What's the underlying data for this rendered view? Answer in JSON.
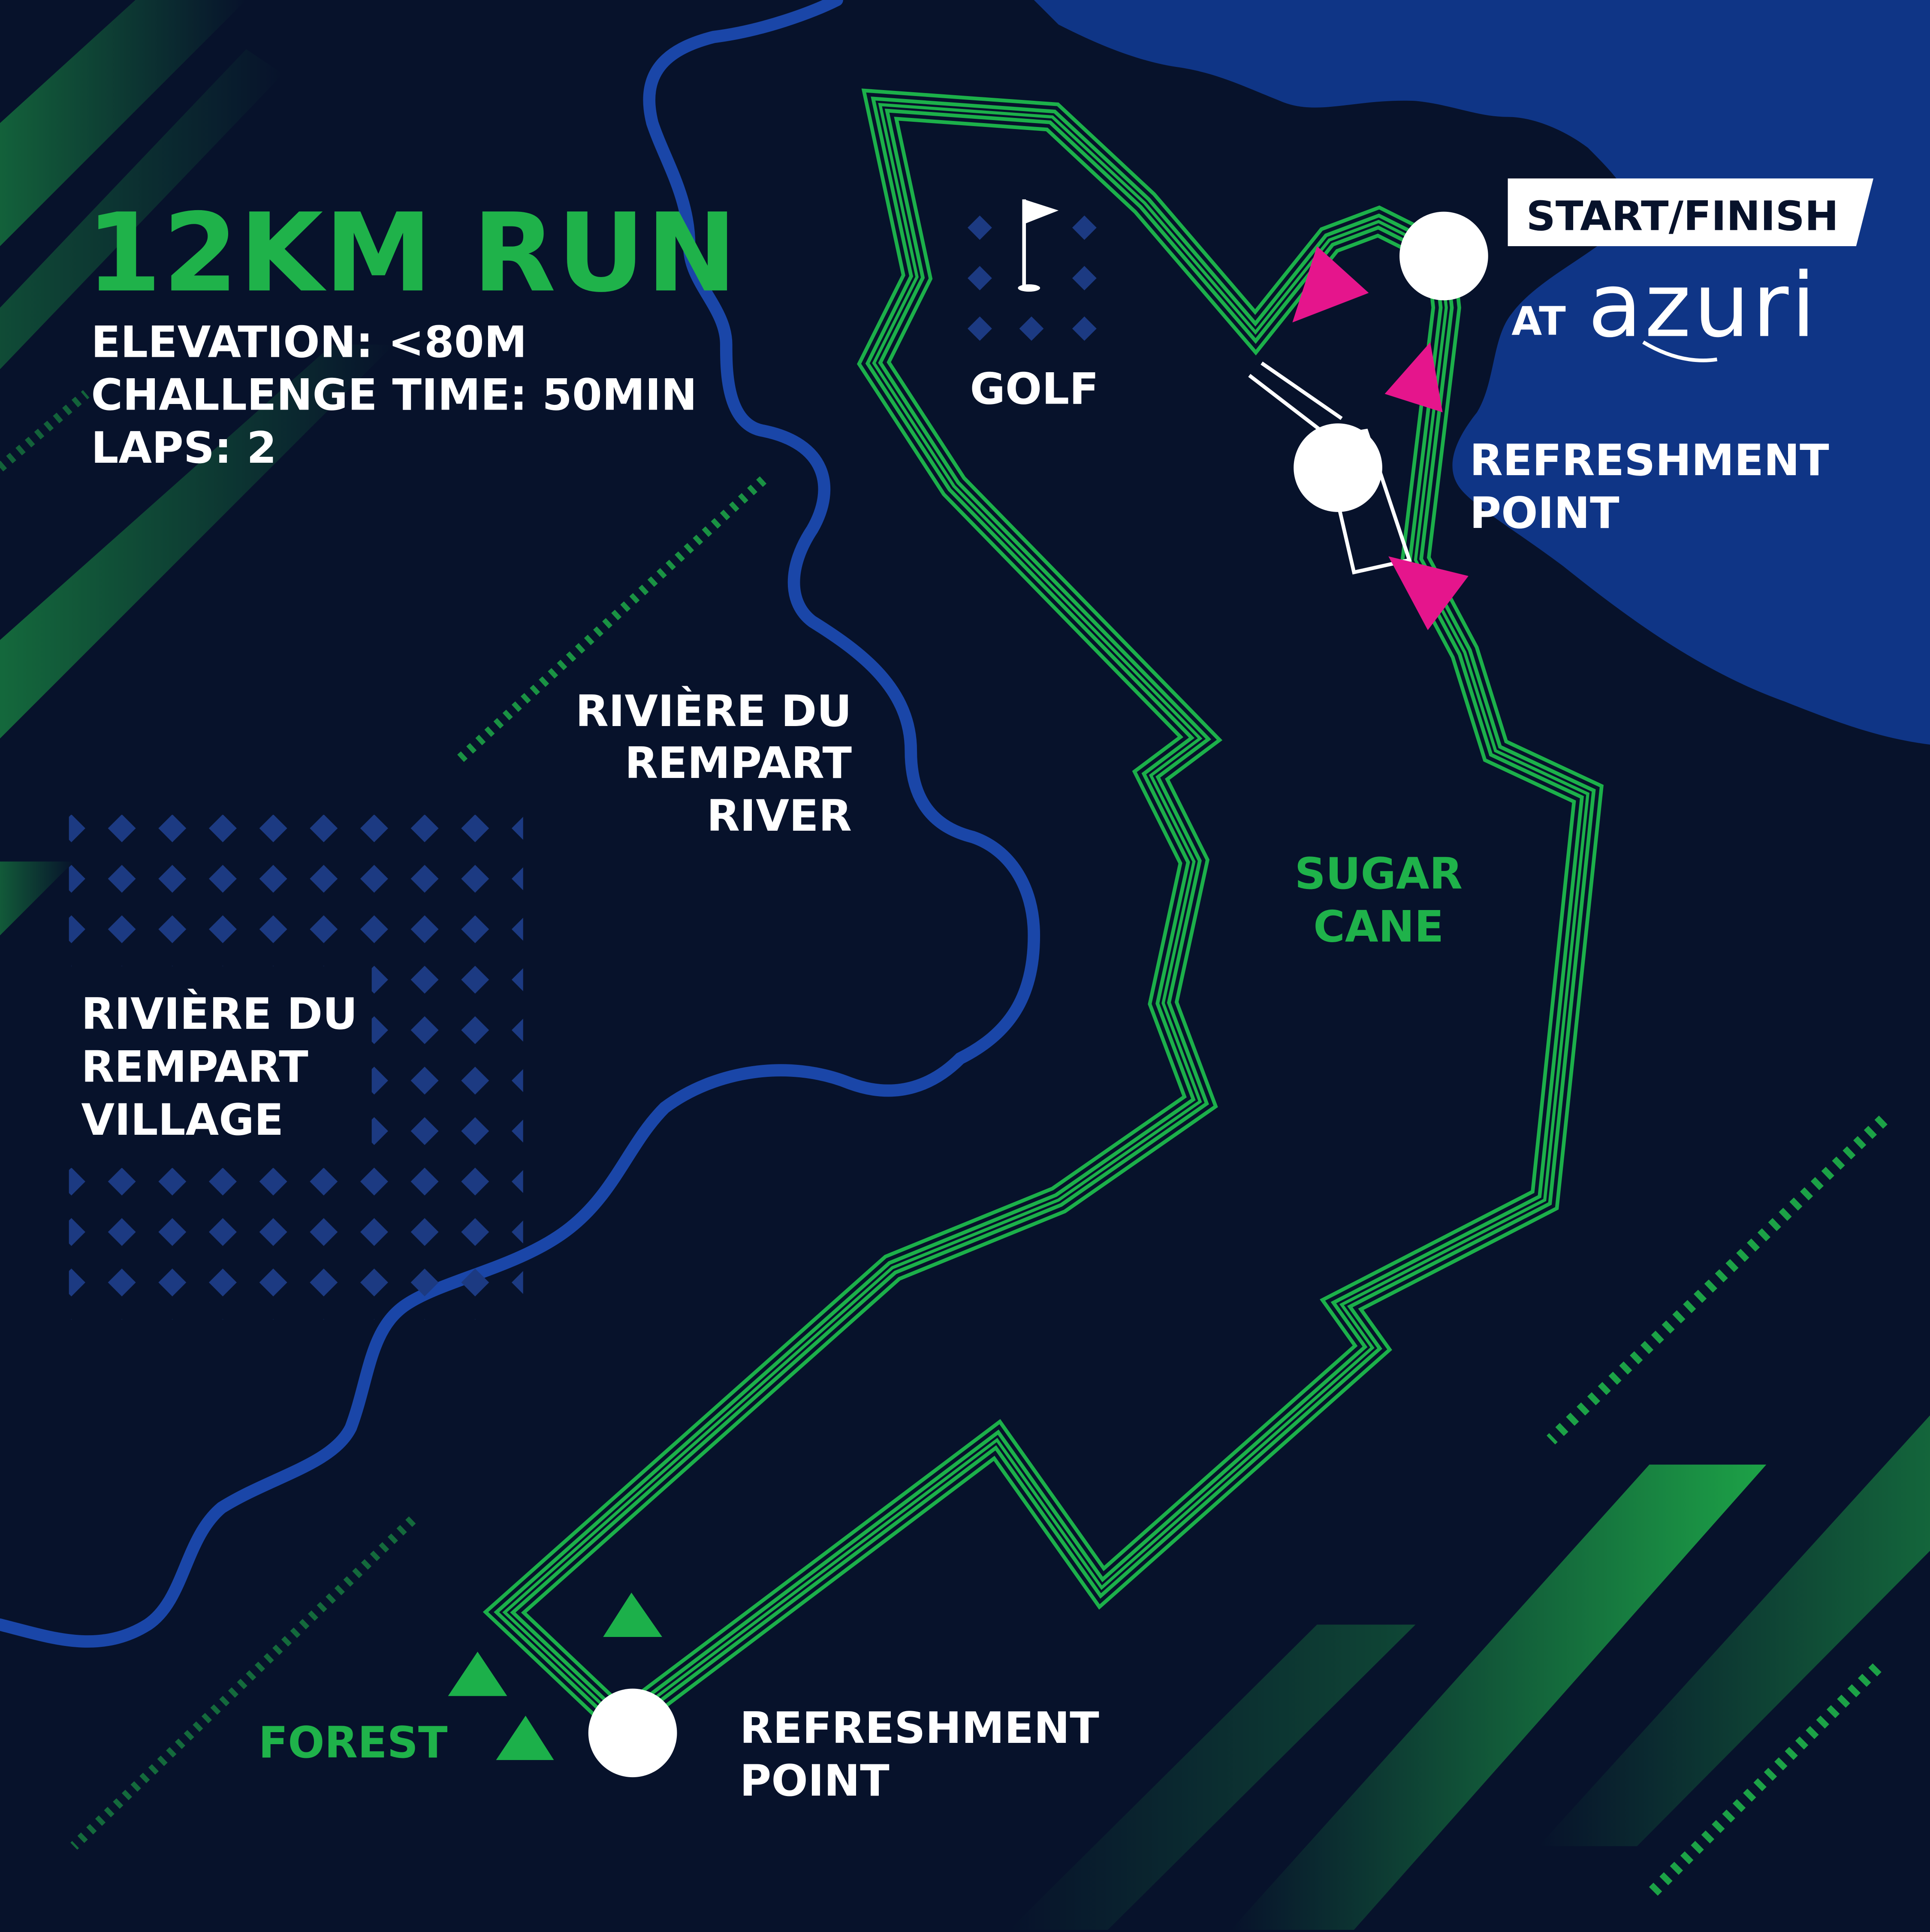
{
  "title": "12KM RUN",
  "stats": [
    "ELEVATION: <80M",
    "CHALLENGE TIME: 50MIN",
    "LAPS: 2"
  ],
  "start_finish": {
    "badge": "START/FINISH",
    "at": "AT",
    "brand": "azuri"
  },
  "labels": {
    "golf": "GOLF",
    "river": [
      "RIVIÈRE DU",
      "REMPART",
      "RIVER"
    ],
    "village": [
      "RIVIÈRE DU",
      "REMPART",
      "VILLAGE"
    ],
    "sugar_cane": [
      "SUGAR",
      "CANE"
    ],
    "forest": "FOREST",
    "refreshment_top": [
      "REFRESHMENT",
      "POINT"
    ],
    "refreshment_bottom": [
      "REFRESHMENT",
      "POINT"
    ]
  },
  "colors": {
    "background": "#07122b",
    "sea": "#0f3586",
    "river": "#1a46a8",
    "route": "#1cb04a",
    "title": "#1fb24a",
    "direction_arrow": "#e5158c",
    "pattern": "#1c3a82",
    "point": "#ffffff"
  },
  "icons": [
    "golf-flag-icon",
    "tree-icon",
    "direction-arrow-icon"
  ]
}
